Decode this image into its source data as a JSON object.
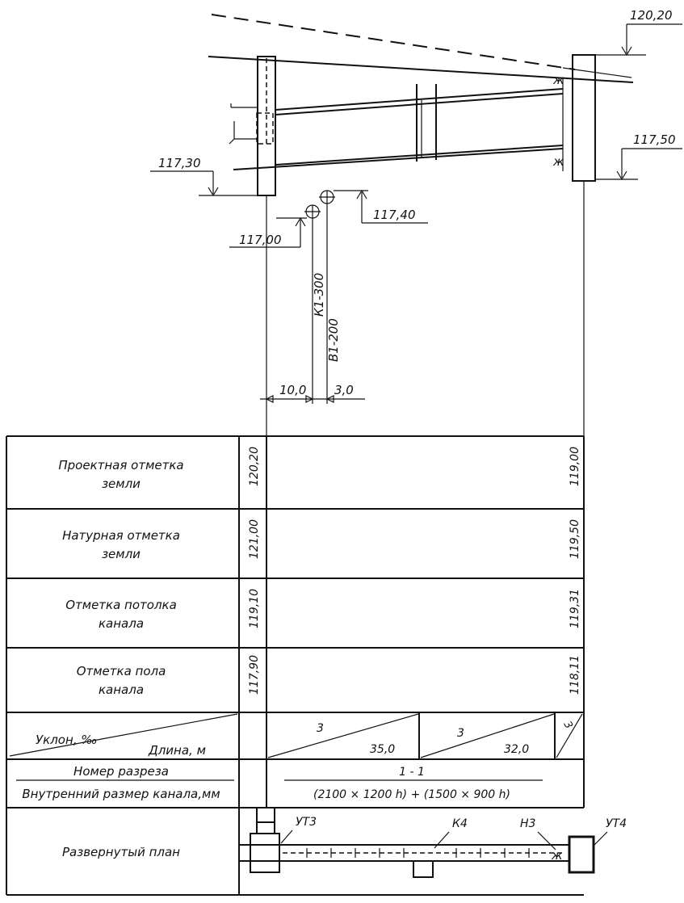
{
  "elevations": {
    "top_right": "120,20",
    "right_mid": "117,50",
    "left": "117,30",
    "pipe_upper": "117,40",
    "pipe_lower": "117,00"
  },
  "pipes": {
    "k1": "К1-300",
    "b1": "В1-200"
  },
  "offsets": {
    "left": "10,0",
    "right": "3,0"
  },
  "table": {
    "rows": [
      {
        "label_lines": [
          "Проектная отметка",
          "земли"
        ],
        "start": "120,20",
        "end": "119,00"
      },
      {
        "label_lines": [
          "Натурная отметка",
          "земли"
        ],
        "start": "121,00",
        "end": "119,50"
      },
      {
        "label_lines": [
          "Отметка потолка",
          "канала"
        ],
        "start": "119,10",
        "end": "119,31"
      },
      {
        "label_lines": [
          "Отметка пола",
          "канала"
        ],
        "start": "117,90",
        "end": "118,11"
      }
    ],
    "slope": {
      "label_top": "Уклон, ‰",
      "label_bottom": "Длина, м",
      "segments": [
        {
          "slope": "3",
          "length": "35,0"
        },
        {
          "slope": "3",
          "length": "32,0"
        },
        {
          "slope": "3",
          "length": ""
        }
      ]
    },
    "section": {
      "label_top": "Номер разреза",
      "label_bottom": "Внутренний размер канала,мм",
      "number": "1 - 1",
      "size": "(2100 × 1200 h) + (1500 × 900 h)"
    },
    "plan": {
      "label": "Развернутый план",
      "nodes": [
        "УТ3",
        "К4",
        "Н3",
        "УТ4"
      ]
    }
  }
}
